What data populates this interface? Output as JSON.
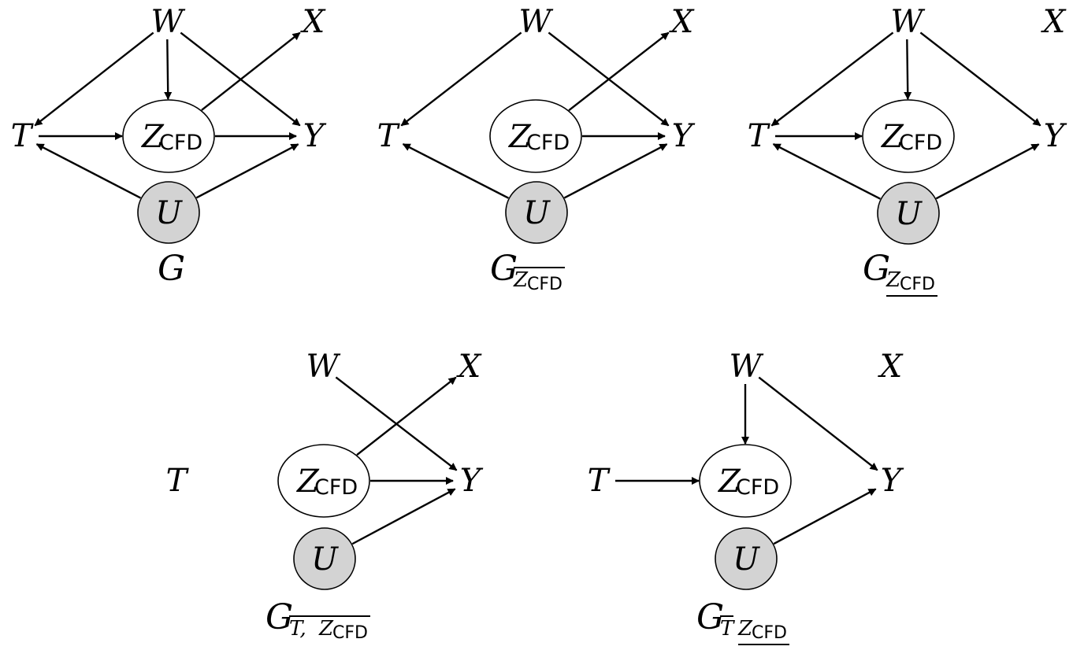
{
  "colors": {
    "observed_fill": "#ffffff",
    "latent_fill": "#d3d3d3",
    "stroke": "#000000"
  },
  "nodes": {
    "W": {
      "label": "W"
    },
    "X": {
      "label": "X"
    },
    "T": {
      "label": "T"
    },
    "Z": {
      "label": "Z",
      "subscript": "CFD"
    },
    "Y": {
      "label": "Y"
    },
    "U": {
      "label": "U"
    }
  },
  "diagrams": [
    {
      "id": "G",
      "caption": {
        "main": "G",
        "parts": []
      },
      "edges": [
        [
          "W",
          "T"
        ],
        [
          "W",
          "Z"
        ],
        [
          "W",
          "Y"
        ],
        [
          "T",
          "Z"
        ],
        [
          "Z",
          "Y"
        ],
        [
          "Z",
          "X"
        ],
        [
          "U",
          "T"
        ],
        [
          "U",
          "Y"
        ]
      ]
    },
    {
      "id": "G-bar-Z",
      "caption": {
        "main": "G",
        "parts": [
          {
            "text": "Z",
            "sub": "CFD",
            "mark": "overline"
          }
        ]
      },
      "edges": [
        [
          "W",
          "T"
        ],
        [
          "W",
          "Y"
        ],
        [
          "Z",
          "Y"
        ],
        [
          "Z",
          "X"
        ],
        [
          "U",
          "T"
        ],
        [
          "U",
          "Y"
        ]
      ]
    },
    {
      "id": "G-underline-Z",
      "caption": {
        "main": "G",
        "parts": [
          {
            "text": "Z",
            "sub": "CFD",
            "mark": "underline"
          }
        ]
      },
      "edges": [
        [
          "W",
          "T"
        ],
        [
          "W",
          "Z"
        ],
        [
          "W",
          "Y"
        ],
        [
          "T",
          "Z"
        ],
        [
          "U",
          "T"
        ],
        [
          "U",
          "Y"
        ]
      ]
    },
    {
      "id": "G-bar-TZ",
      "caption": {
        "main": "G",
        "parts": [
          {
            "text": "T,",
            "sub": "",
            "mark": "overline-start"
          },
          {
            "text": "Z",
            "sub": "CFD",
            "mark": "overline-end"
          }
        ]
      },
      "edges": [
        [
          "W",
          "Y"
        ],
        [
          "Z",
          "Y"
        ],
        [
          "Z",
          "X"
        ],
        [
          "U",
          "Y"
        ]
      ]
    },
    {
      "id": "G-barT-underZ",
      "caption": {
        "main": "G",
        "parts": [
          {
            "text": "T",
            "sub": "",
            "mark": "overline"
          },
          {
            "text": "Z",
            "sub": "CFD",
            "mark": "underline"
          }
        ]
      },
      "edges": [
        [
          "W",
          "Z"
        ],
        [
          "W",
          "Y"
        ],
        [
          "T",
          "Z"
        ],
        [
          "U",
          "Y"
        ]
      ]
    }
  ]
}
